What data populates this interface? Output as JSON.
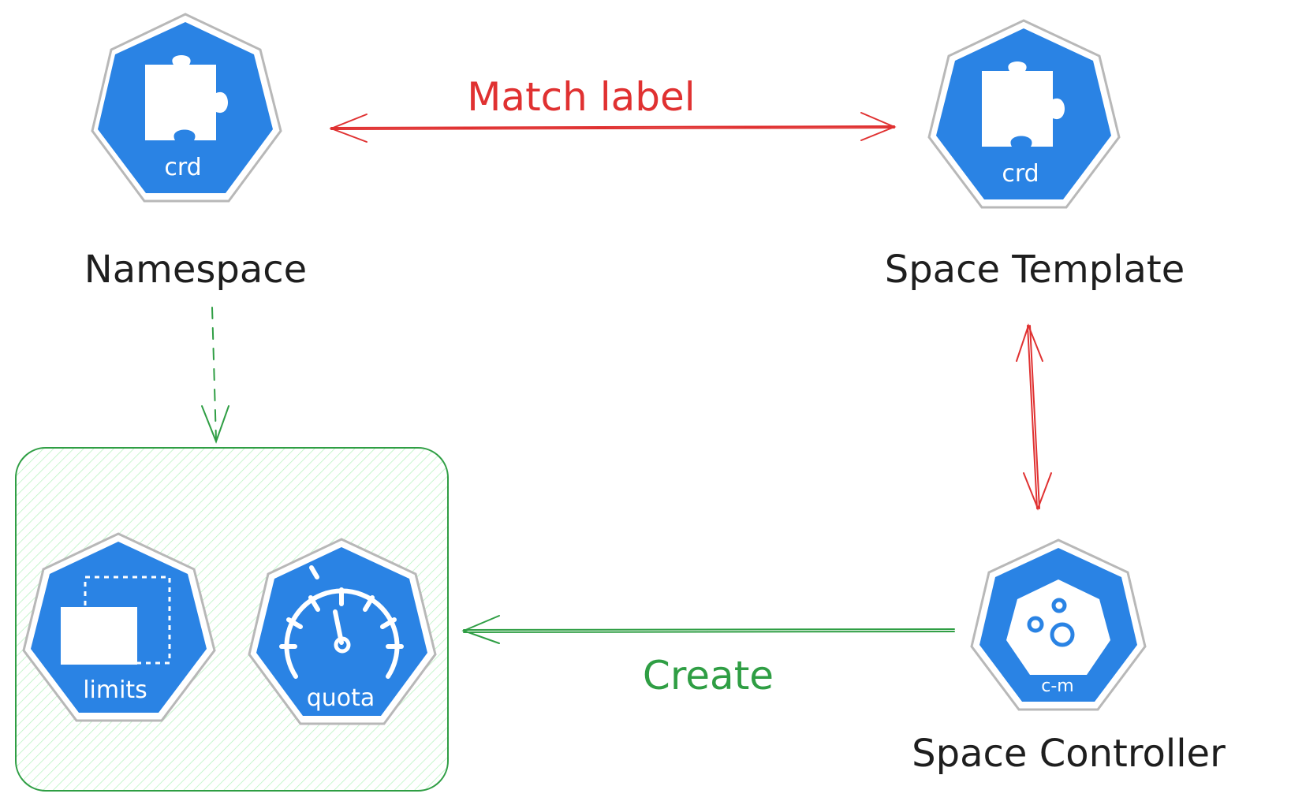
{
  "labels": {
    "namespace": "Namespace",
    "space_template": "Space Template",
    "space_controller": "Space Controller"
  },
  "edges": {
    "match_label": "Match label",
    "create": "Create"
  },
  "icons": {
    "namespace_icon": {
      "name": "crd-puzzle-icon",
      "text": "crd"
    },
    "template_icon": {
      "name": "crd-puzzle-icon",
      "text": "crd"
    },
    "limits_icon": {
      "name": "limits-icon",
      "text": "limits"
    },
    "quota_icon": {
      "name": "quota-gauge-icon",
      "text": "quota"
    },
    "controller_icon": {
      "name": "controller-manager-icon",
      "text": "c-m"
    }
  },
  "colors": {
    "k8s_blue": "#2a83e4",
    "icon_border": "#b8b8b8",
    "arrow_red": "#e03131",
    "arrow_green": "#2f9e44",
    "group_fill": "#b2f2bb",
    "text": "#1e1e1e"
  }
}
